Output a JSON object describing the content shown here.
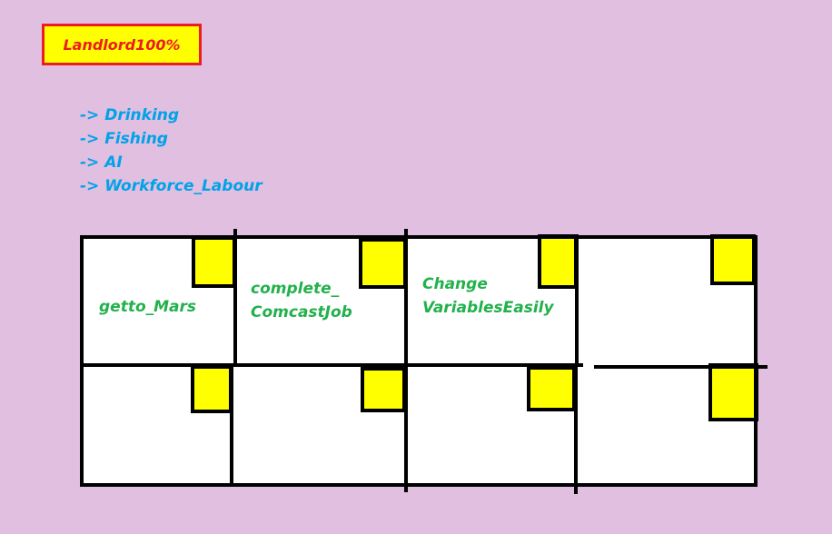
{
  "header": {
    "title": "Landlord100%"
  },
  "topics": [
    "-> Drinking",
    "-> Fishing",
    "-> AI",
    "-> Workforce_Labour"
  ],
  "board": {
    "cells": [
      {
        "lines": [
          "getto_Mars"
        ]
      },
      {
        "lines": [
          "complete_",
          "ComcastJob"
        ]
      },
      {
        "lines": [
          "Change",
          "VariablesEasily"
        ]
      },
      {
        "lines": []
      },
      {
        "lines": []
      },
      {
        "lines": []
      },
      {
        "lines": []
      },
      {
        "lines": []
      }
    ]
  },
  "colors": {
    "background": "#e1bfe1",
    "title_fill": "#ffff00",
    "title_border": "#ed1c24",
    "list_text": "#00a2e8",
    "cell_text": "#22b14c",
    "marker": "#ffff00"
  }
}
